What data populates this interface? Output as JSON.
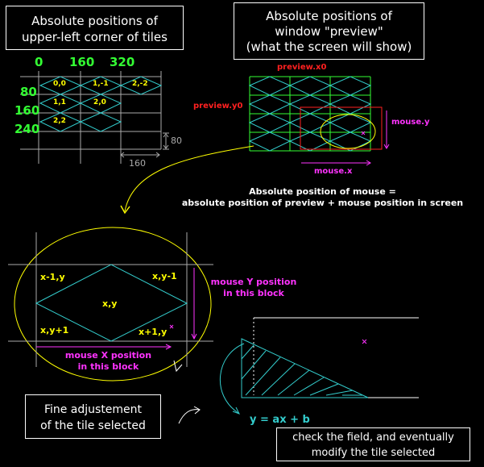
{
  "colors": {
    "background": "#000000",
    "cyan": "#33cccc",
    "grey": "#aaaaaa",
    "green": "#33ff33",
    "yellow": "#ffff00",
    "magenta": "#ff33ff",
    "red": "#ff2020",
    "white": "#ffffff"
  },
  "box_tiles": {
    "line1": "Absolute positions of",
    "line2": "upper-left corner of tiles"
  },
  "box_window": {
    "line1": "Absolute positions of",
    "line2": "window \"preview\"",
    "line3": "(what the screen will show)"
  },
  "tile_grid": {
    "col_labels": [
      "0",
      "160",
      "320"
    ],
    "row_labels": [
      "80",
      "160",
      "240"
    ],
    "tile_labels": [
      "0,0",
      "1,-1",
      "2,-2",
      "1,1",
      "2,0",
      "2,2"
    ],
    "dim_h": "80",
    "dim_w": "160"
  },
  "preview": {
    "x0_label": "preview.x0",
    "y0_label": "preview.y0",
    "mouse_y_label": "mouse.y",
    "mouse_x_label": "mouse.x"
  },
  "formula": {
    "line1": "Absolute position of mouse =",
    "line2": "absolute position of preview + mouse position in screen"
  },
  "block": {
    "tile_center": "x,y",
    "top_left": "x-1,y",
    "top_right": "x,y-1",
    "bottom_left": "x,y+1",
    "bottom_right": "x+1,y",
    "mouse_y_line1": "mouse Y position",
    "mouse_y_line2": "in this block",
    "mouse_x_line1": "mouse X position",
    "mouse_x_line2": "in this block",
    "cursor_mark": "×"
  },
  "box_fine": {
    "line1": "Fine adjustement",
    "line2": "of the tile selected"
  },
  "equation": "y = ax + b",
  "box_check": {
    "line1": "check the field, and eventually",
    "line2": "modify the tile selected"
  }
}
